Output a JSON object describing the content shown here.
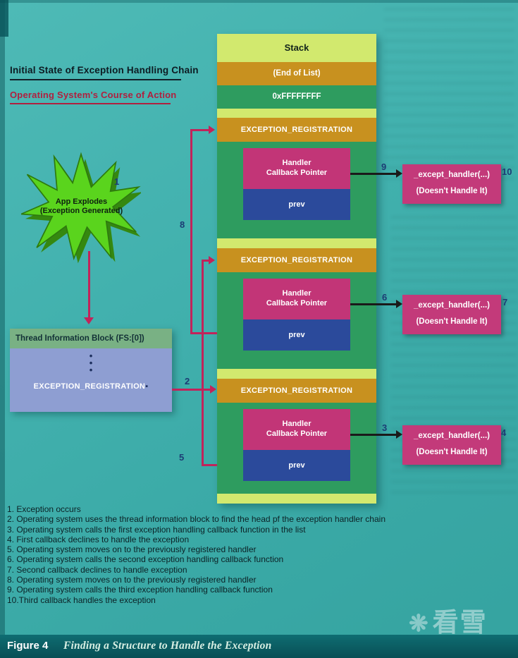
{
  "colors": {
    "background": "#42b1ae",
    "stack_green": "#2e9c5f",
    "orange": "#c8911f",
    "yellow_green": "#d2e96e",
    "magenta": "#c23577",
    "blue": "#2b4a9b",
    "periwinkle": "#8e9ed2",
    "tib_header_green": "#79b184",
    "arrow_red": "#c2235a",
    "arrow_black": "#1a1a1a",
    "number_navy": "#1c3c74",
    "figure_bar": "#0a6468",
    "star_green": "#5ad41d",
    "subtitle_red": "#b0203f"
  },
  "headings": {
    "title1": "Initial State of Exception Handling Chain",
    "title2": "Operating System's Course of Action"
  },
  "star": {
    "number": "1",
    "line1": "App Explodes",
    "line2": "(Exception Generated)"
  },
  "flow": {
    "n2": "2",
    "n5": "5",
    "n8": "8"
  },
  "tib": {
    "header": "Thread Information Block (FS:[0])",
    "dots": "•\n•\n•",
    "entry": "EXCEPTION_REGISTRATION",
    "bullet": "▪"
  },
  "stack": {
    "title": "Stack",
    "end_of_list": "(End of List)",
    "sentinel": "0xFFFFFFFF",
    "reg_label": "EXCEPTION_REGISTRATION",
    "handler_line1": "Handler",
    "handler_line2": "Callback Pointer",
    "prev": "prev"
  },
  "handlers": [
    {
      "name": "_except_handler(...)",
      "result": "(Doesn't Handle It)",
      "call_num": "9",
      "result_num": "10"
    },
    {
      "name": "_except_handler(...)",
      "result": "(Doesn't Handle It)",
      "call_num": "6",
      "result_num": "7"
    },
    {
      "name": "_except_handler(...)",
      "result": "(Doesn't Handle It)",
      "call_num": "3",
      "result_num": "4"
    }
  ],
  "steps": [
    "1. Exception occurs",
    "2. Operating system uses the thread information block to find the head pf the exception handler chain",
    "3. Operating system calls the first exception handling callback function in the list",
    "4. First callback declines to handle the exception",
    "5. Operating system moves on to the previously registered handler",
    "6. Operating system calls the second exception handling callback function",
    "7. Second callback declines to handle exception",
    "8. Operating system moves on to the previously registered handler",
    "9. Operating system calls the third exception handling callback function",
    "10.Third callback handles the exception"
  ],
  "figure": {
    "label": "Figure 4",
    "title": "Finding a Structure to Handle the Exception"
  },
  "watermark": {
    "icon": "❋",
    "text": "看雪"
  }
}
